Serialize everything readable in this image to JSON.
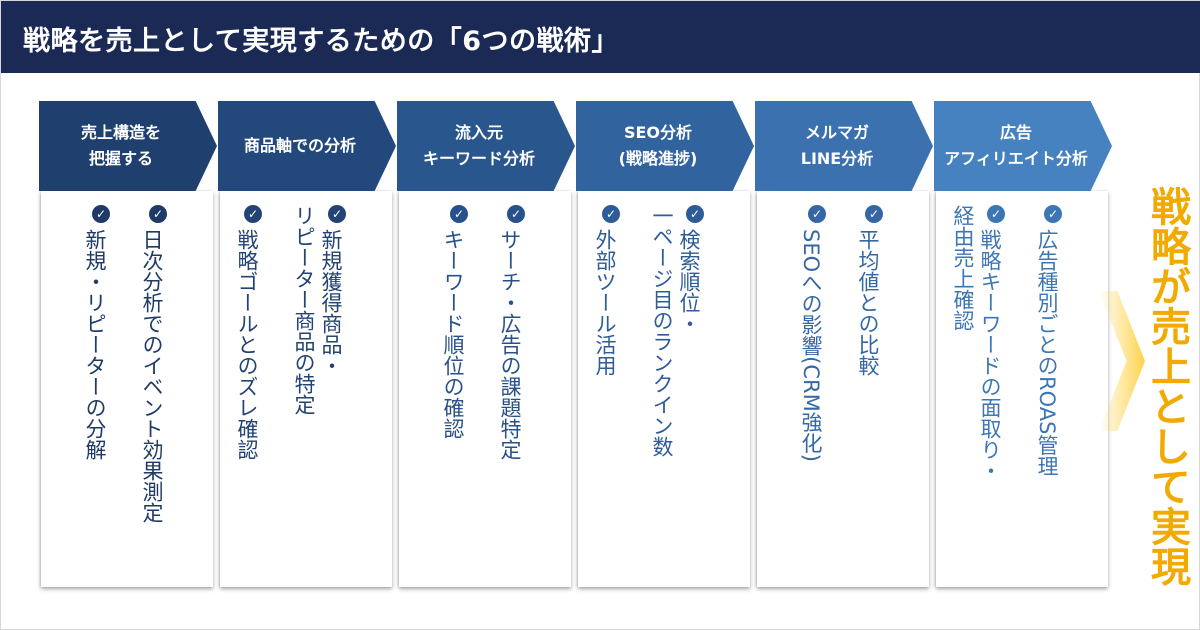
{
  "title": "戦略を売上として実現するための「6つの戦術」",
  "columns": [
    {
      "header": "売上構造を\n把握する",
      "color": "#1f3f6e",
      "text_color": "#1e3a66",
      "items": [
        "日次分析でのイベント効果測定",
        "新規・リピーターの分解"
      ]
    },
    {
      "header": "商品軸での分析",
      "color": "#23497c",
      "text_color": "#224374",
      "items": [
        "新規獲得商品・\nリピーター商品の特定",
        "戦略ゴールとのズレ確認"
      ]
    },
    {
      "header": "流入元\nキーワード分析",
      "color": "#2a568e",
      "text_color": "#28508a",
      "items": [
        "サーチ・広告の課題特定",
        "キーワード順位の確認"
      ]
    },
    {
      "header": "SEO分析\n(戦略進捗)",
      "color": "#31639f",
      "text_color": "#2e5c98",
      "items": [
        "検索順位・\n一ページ目のランクイン数",
        "外部ツール活用"
      ]
    },
    {
      "header": "メルマガ\nLINE分析",
      "color": "#3a71ae",
      "text_color": "#3467a4",
      "items": [
        "平均値との比較",
        "SEOへの影響(CRM強化)"
      ]
    },
    {
      "header": "広告\nアフィリエイト分析",
      "color": "#4582bf",
      "text_color": "#3d76b4",
      "items": [
        "広告種別ごとのROAS管理",
        "戦略キーワードの面取り・\n経由売上確認"
      ]
    }
  ],
  "result": "戦略が売上として実現",
  "result_color": "#f2a900",
  "icons": {
    "check": "check-circle-icon",
    "arrow": "chevron-right-icon"
  }
}
